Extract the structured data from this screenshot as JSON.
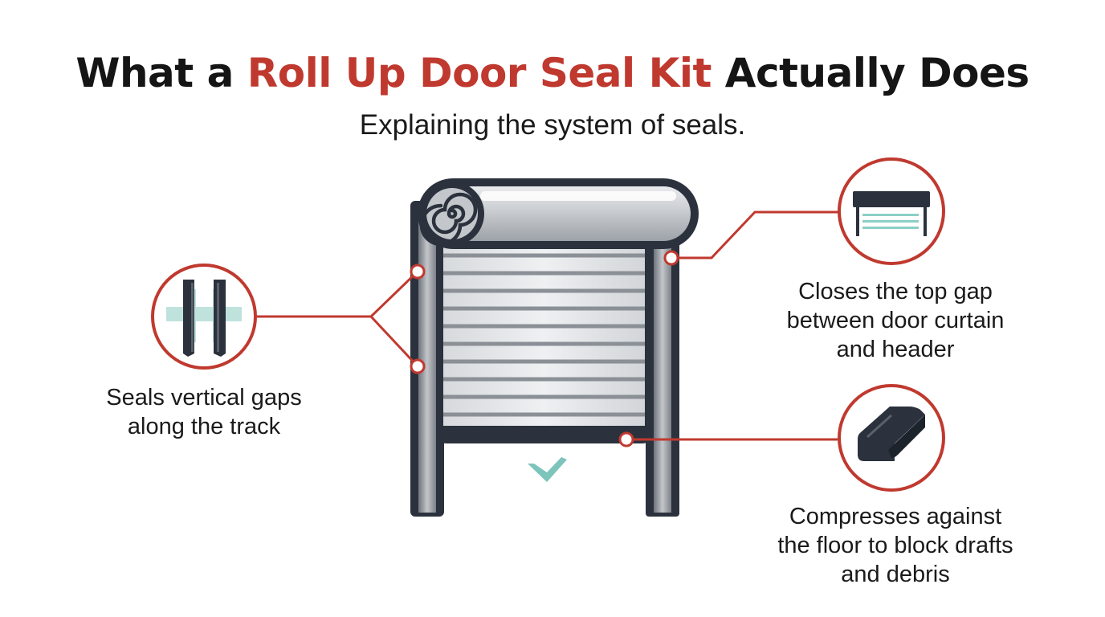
{
  "header": {
    "title_prefix": "What a ",
    "title_accent": "Roll Up Door Seal Kit",
    "title_suffix": " Actually Does",
    "subtitle": "Explaining the system of seals."
  },
  "callouts": {
    "side": {
      "lines": [
        "Seals vertical gaps",
        "along the track"
      ],
      "icon": "side-track-seal-icon"
    },
    "top": {
      "lines": [
        "Closes the top gap",
        "between door curtain",
        "and header"
      ],
      "icon": "header-seal-icon"
    },
    "floor": {
      "lines": [
        "Compresses against",
        "the floor to block drafts",
        "and debris"
      ],
      "icon": "bottom-seal-icon"
    }
  },
  "colors": {
    "accent": "#c0392f",
    "outline": "#2b323d",
    "steel": "#c9ccd0",
    "teal": "#7cc4bc"
  }
}
